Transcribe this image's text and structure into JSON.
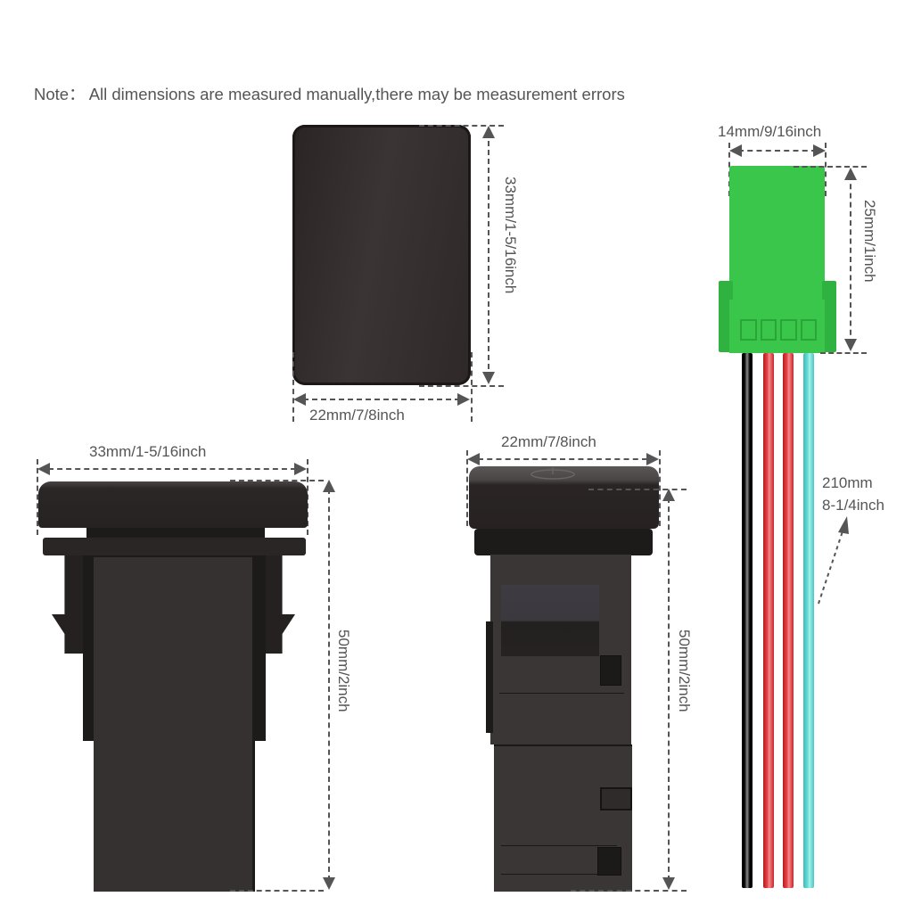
{
  "note": "Note： All dimensions are measured manually,there may be measurement errors",
  "top_face": {
    "height_label": "33mm/1-5/16inch",
    "width_label": "22mm/7/8inch"
  },
  "connector": {
    "width_label": "14mm/9/16inch",
    "height_label": "25mm/1inch",
    "body_color": "#39c64a",
    "wires": [
      {
        "color": "#1a1a1a",
        "name": "black"
      },
      {
        "color": "#e0363b",
        "name": "red"
      },
      {
        "color": "#e0363b",
        "name": "red"
      },
      {
        "color": "#5fd6d0",
        "name": "cyan"
      }
    ],
    "wire_length_label_1": "210mm",
    "wire_length_label_2": "8-1/4inch"
  },
  "front_view": {
    "width_label": "33mm/1-5/16inch",
    "height_label": "50mm/2inch"
  },
  "side_view": {
    "width_label": "22mm/7/8inch",
    "height_label": "50mm/2inch",
    "cap_icon": "power-icon"
  }
}
